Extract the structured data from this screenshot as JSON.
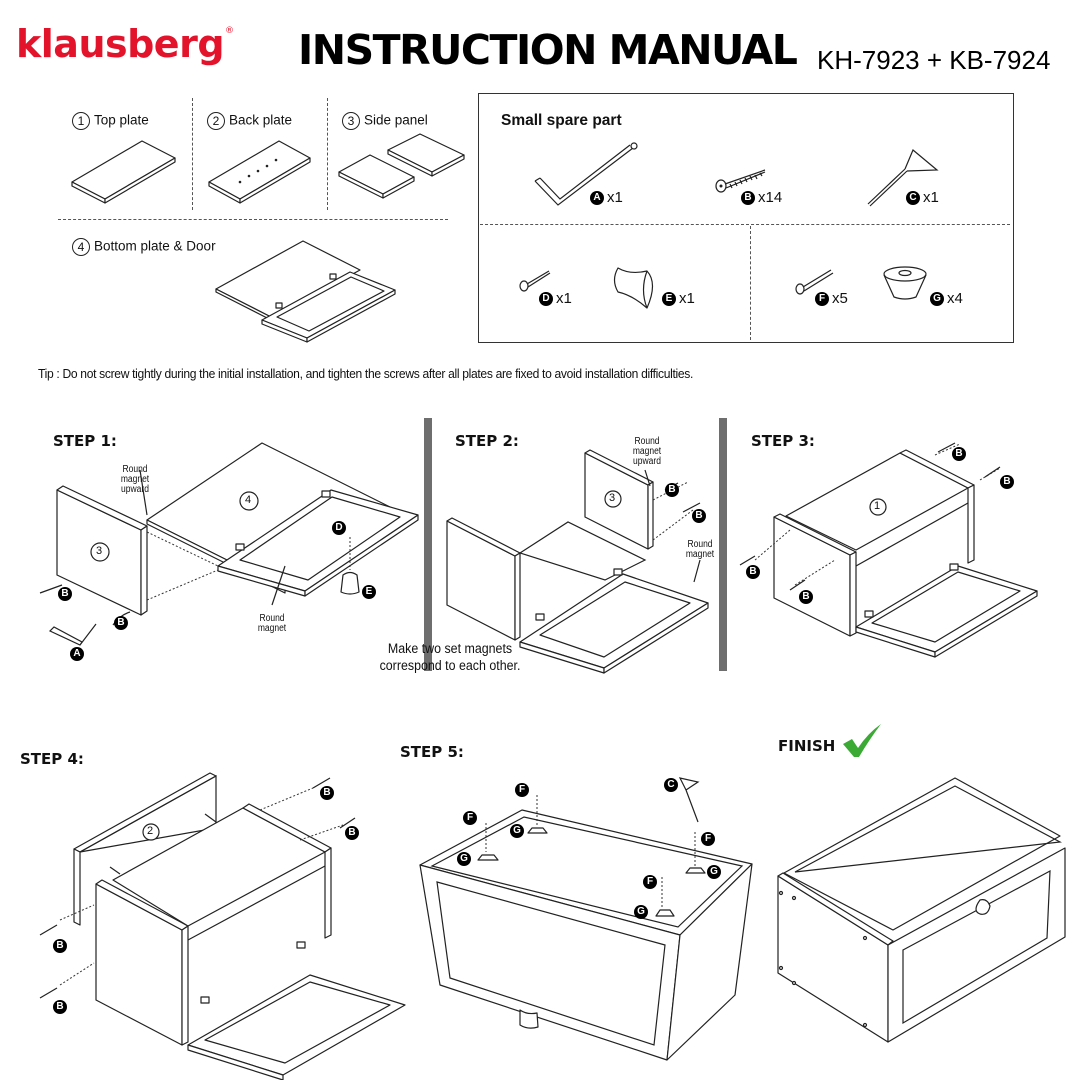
{
  "header": {
    "brand": "klausberg",
    "brand_mark": "®",
    "title": "INSTRUCTION MANUAL",
    "model": "KH-7923 + KB-7924",
    "brand_color": "#e3132b"
  },
  "parts": [
    {
      "number": "1",
      "label": "Top plate"
    },
    {
      "number": "2",
      "label": "Back plate"
    },
    {
      "number": "3",
      "label": "Side panel"
    },
    {
      "number": "4",
      "label": "Bottom plate & Door"
    }
  ],
  "spare_parts": {
    "title": "Small spare part",
    "items": [
      {
        "letter": "A",
        "qty": "x1",
        "icon": "allen-key-icon"
      },
      {
        "letter": "B",
        "qty": "x14",
        "icon": "screw-icon"
      },
      {
        "letter": "C",
        "qty": "x1",
        "icon": "t-handle-key-icon"
      },
      {
        "letter": "D",
        "qty": "x1",
        "icon": "small-screw-icon"
      },
      {
        "letter": "E",
        "qty": "x1",
        "icon": "knob-icon"
      },
      {
        "letter": "F",
        "qty": "x5",
        "icon": "screw-icon"
      },
      {
        "letter": "G",
        "qty": "x4",
        "icon": "foot-pad-icon"
      }
    ]
  },
  "tip": "Tip : Do not screw tightly during the initial installation, and tighten the screws after all plates are fixed to avoid installation difficulties.",
  "steps": {
    "step1": {
      "title": "STEP 1:",
      "note_magnet_upward": [
        "Round",
        "magnet",
        "upward"
      ],
      "note_round_magnet": [
        "Round",
        "magnet"
      ],
      "panel_numbers": [
        "3",
        "4"
      ],
      "callouts": [
        "B",
        "B",
        "A",
        "D",
        "E"
      ]
    },
    "step2": {
      "title": "STEP 2:",
      "note_magnet_upward": [
        "Round",
        "magnet",
        "upward"
      ],
      "note_round_magnet": [
        "Round",
        "magnet"
      ],
      "panel_numbers": [
        "3"
      ],
      "callouts": [
        "B",
        "B"
      ],
      "caption": [
        "Make two set magnets",
        "correspond to each other."
      ]
    },
    "step3": {
      "title": "STEP 3:",
      "panel_numbers": [
        "1"
      ],
      "callouts": [
        "B",
        "B",
        "B",
        "B"
      ]
    },
    "step4": {
      "title": "STEP 4:",
      "panel_numbers": [
        "2"
      ],
      "callouts": [
        "B",
        "B",
        "B",
        "B"
      ]
    },
    "step5": {
      "title": "STEP 5:",
      "callouts": [
        "F",
        "G",
        "F",
        "G",
        "C",
        "F",
        "G",
        "F",
        "G"
      ]
    },
    "finish": {
      "title": "FINISH",
      "check_color": "#3aaa35"
    }
  }
}
